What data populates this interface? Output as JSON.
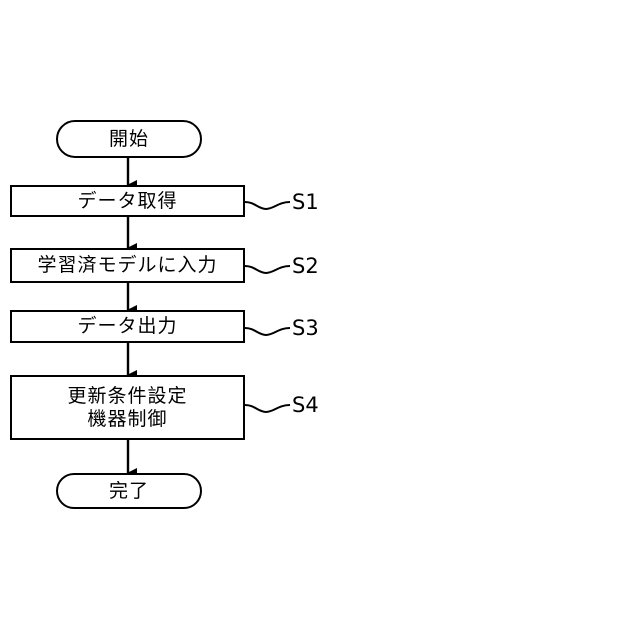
{
  "flowchart": {
    "start": "開始",
    "steps": [
      {
        "text": "データ取得",
        "text2": "",
        "label": "S1"
      },
      {
        "text": "学習済モデルに入力",
        "text2": "",
        "label": "S2"
      },
      {
        "text": "データ出力",
        "text2": "",
        "label": "S3"
      },
      {
        "text": "更新条件設定",
        "text2": "機器制御",
        "label": "S4"
      }
    ],
    "end": "完了"
  }
}
